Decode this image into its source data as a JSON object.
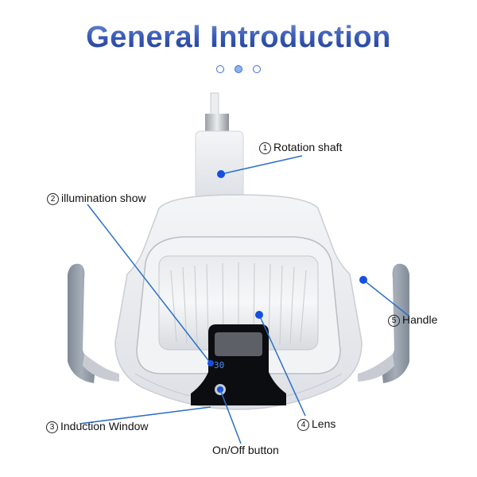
{
  "title": "General Introduction",
  "pager": {
    "count": 3,
    "active_index": 1
  },
  "display_readout": "30",
  "callouts": [
    {
      "id": "rotation-shaft",
      "number": "1",
      "label": "Rotation shaft"
    },
    {
      "id": "illumination-show",
      "number": "2",
      "label": "illumination show"
    },
    {
      "id": "induction-window",
      "number": "3",
      "label": "Induction Window"
    },
    {
      "id": "lens",
      "number": "4",
      "label": "Lens"
    },
    {
      "id": "handle",
      "number": "5",
      "label": "Handle"
    },
    {
      "id": "on-off-button",
      "number": "",
      "label": "On/Off button"
    }
  ],
  "colors": {
    "title_gradient_top": "#6f8fd6",
    "title_gradient_bottom": "#1c3a8e",
    "callout_line": "#2a6fc9",
    "callout_dot": "#1450e0",
    "handle_gray": "#8c96a3"
  }
}
